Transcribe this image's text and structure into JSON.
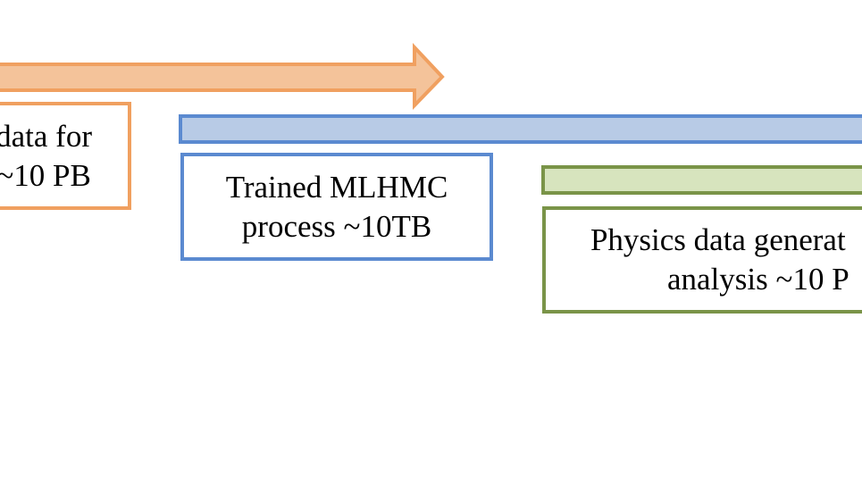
{
  "boxes": {
    "orange": {
      "line1": "data for",
      "line2": "~10 PB"
    },
    "blue": {
      "line1": "Trained MLHMC",
      "line2": "process ~10TB"
    },
    "green": {
      "line1": "Physics data generat",
      "line2": "analysis ~10 P"
    }
  },
  "colors": {
    "orange_stroke": "#f0a060",
    "orange_fill": "#f4c39a",
    "blue_stroke": "#5b8ad0",
    "blue_fill": "#b8cbe6",
    "green_stroke": "#7a9448",
    "green_fill": "#d7e4be"
  }
}
